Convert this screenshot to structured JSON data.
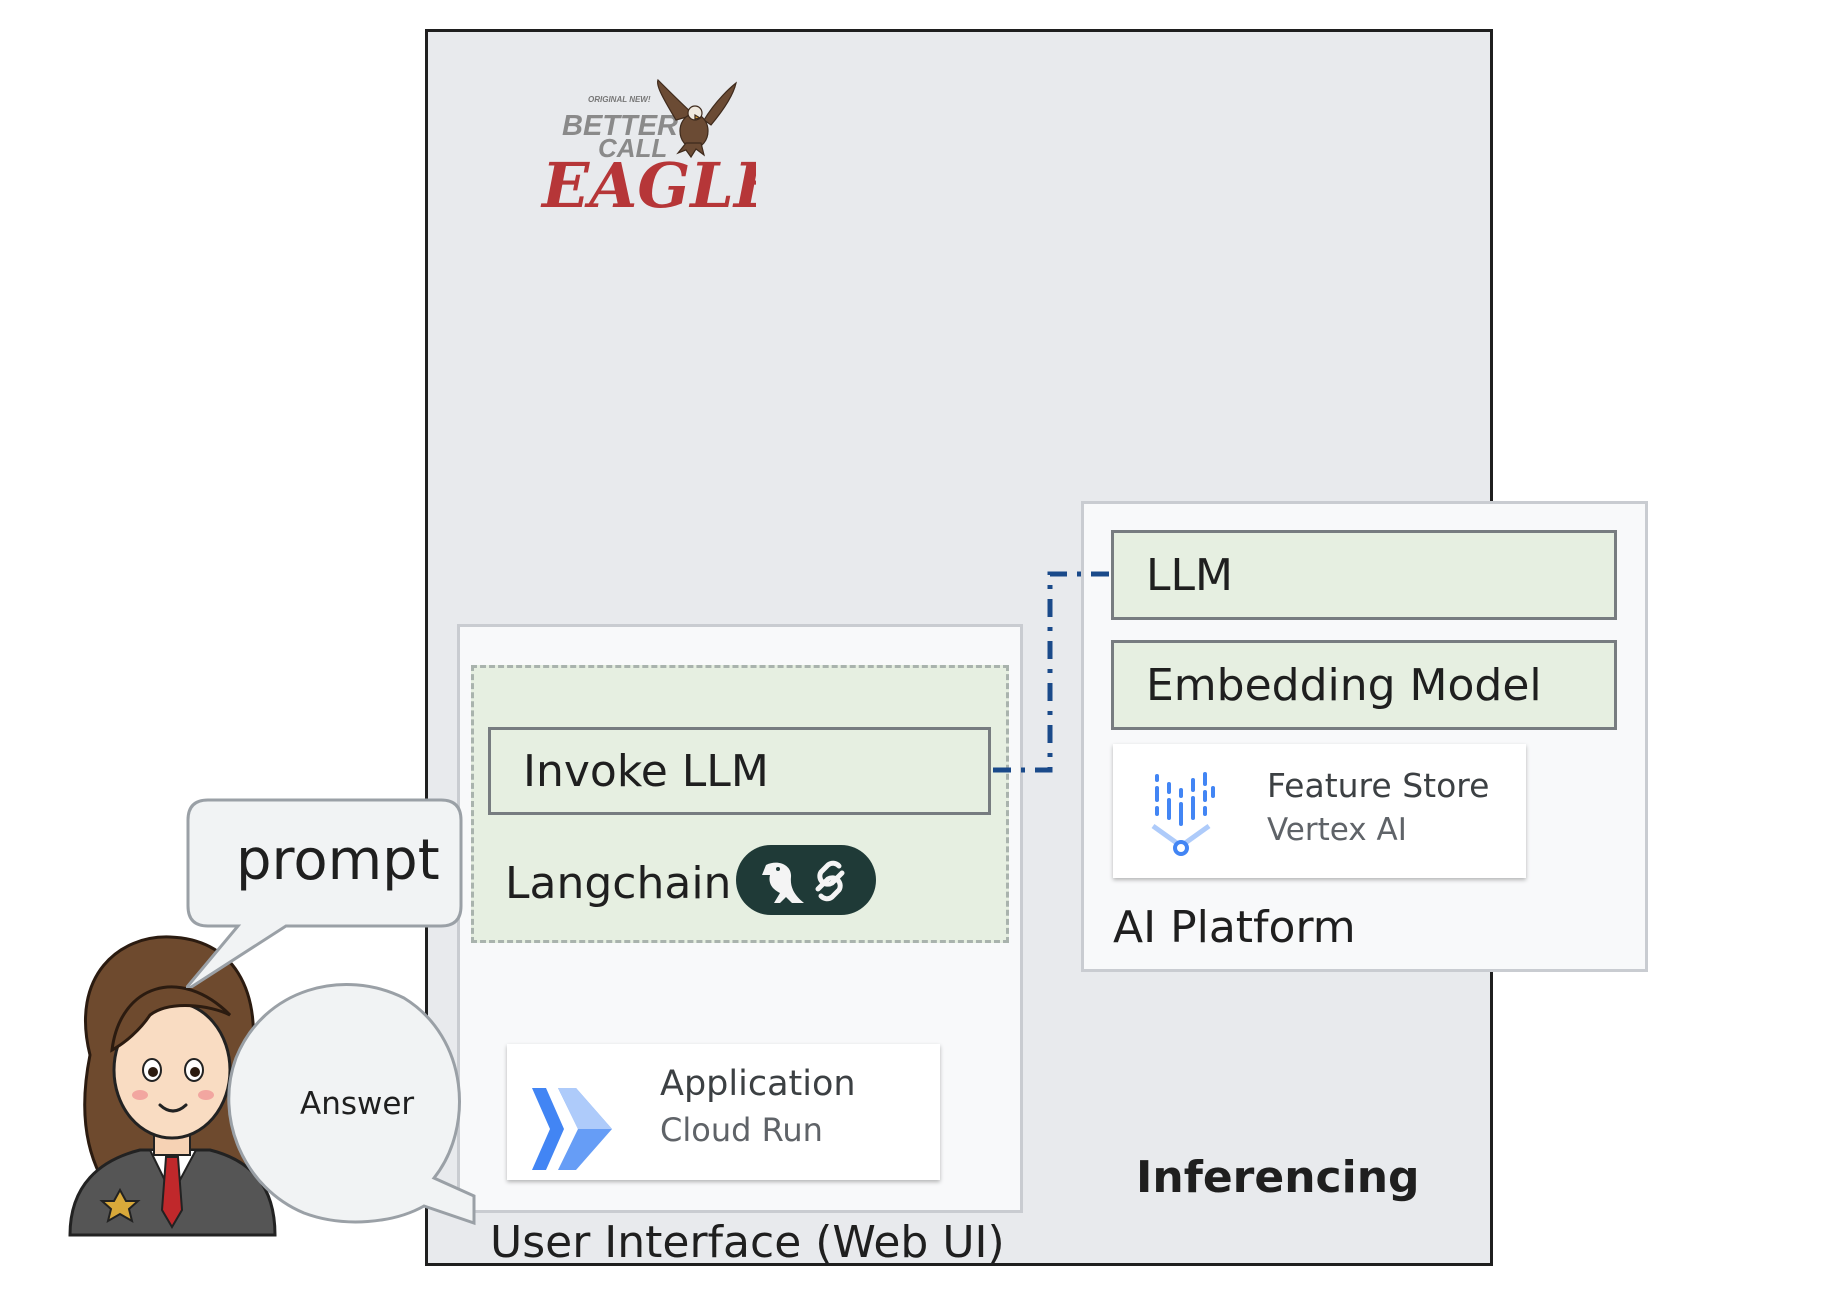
{
  "inferencing": {
    "title": "Inferencing"
  },
  "logo": {
    "line1": "ORIGINAL NEW!",
    "line2": "BETTER",
    "line3": "CALL",
    "line4": "EAGLE"
  },
  "ui_panel": {
    "label": "User Interface (Web UI)",
    "invoke_llm": "Invoke LLM",
    "langchain": "Langchain",
    "app_card": {
      "title": "Application",
      "subtitle": "Cloud Run"
    }
  },
  "ai_platform": {
    "label": "AI Platform",
    "llm": "LLM",
    "embedding_model": "Embedding Model",
    "feature_store": {
      "title": "Feature Store",
      "subtitle": "Vertex AI"
    }
  },
  "user": {
    "prompt": "prompt",
    "answer": "Answer"
  },
  "colors": {
    "frame_bg": "#e8eaed",
    "panel_bg": "#f8f9fa",
    "model_box_bg": "#e6efe1",
    "connector": "#1a4a8a",
    "cloud_run_blue": "#4285f4",
    "langchain_badge": "#1f3a37"
  }
}
